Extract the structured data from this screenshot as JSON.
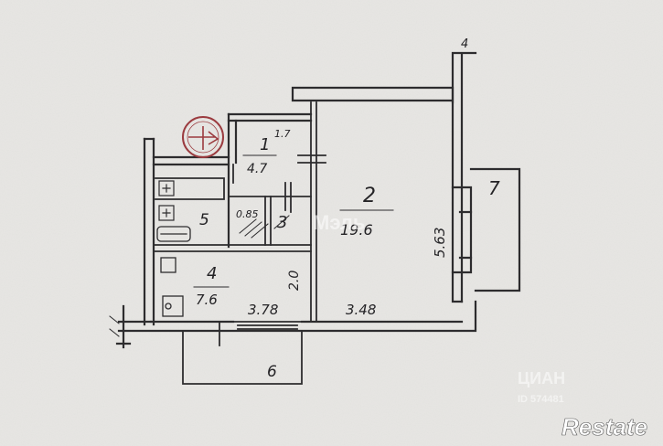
{
  "plan": {
    "rooms": [
      {
        "number": "1",
        "area": "4.7"
      },
      {
        "number": "2",
        "area": "19.6"
      },
      {
        "number": "3",
        "area": ""
      },
      {
        "number": "4",
        "area": "7.6"
      },
      {
        "number": "5",
        "area": "0.85"
      },
      {
        "number": "6",
        "area": ""
      },
      {
        "number": "7",
        "area": ""
      }
    ],
    "dimensions": {
      "corridor_width": "1.7",
      "living_depth": "5.63",
      "kitchen_depth": "2.0",
      "kitchen_width": "3.78",
      "living_width": "3.48"
    },
    "marks": {
      "axis_tag": "4"
    }
  },
  "watermarks": {
    "center": "Мэль",
    "cian": "ЦИАН",
    "cian_id": "ID 574481",
    "brand": "Restate"
  },
  "colors": {
    "paper": "#e7e6e3",
    "ink": "#2d2c2e",
    "stamp": "#9b3b3f"
  },
  "icons": [
    "orientation-stamp-icon",
    "bathtub-icon",
    "sink-icon",
    "stove-icon"
  ]
}
